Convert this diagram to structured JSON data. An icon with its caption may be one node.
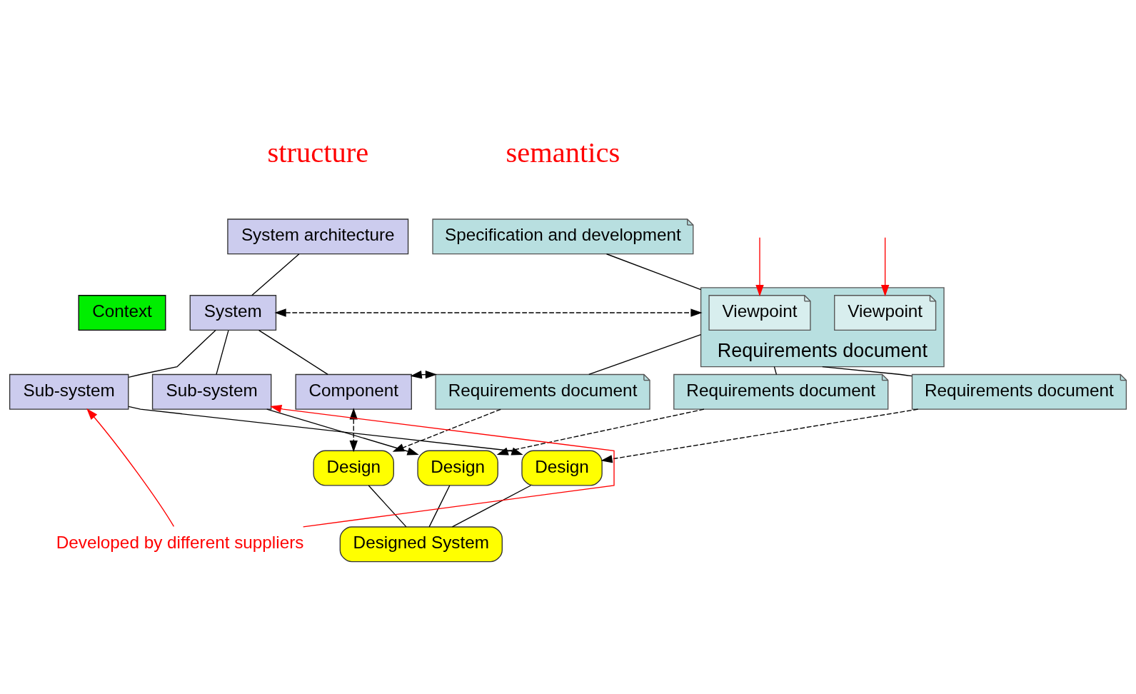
{
  "diagram": {
    "nodes": [
      {
        "text": [
          "System architecture"
        ]
      },
      {
        "text": [
          "Context"
        ]
      },
      {
        "text": [
          "System"
        ]
      },
      {
        "text": [
          "Sub-system"
        ]
      },
      {
        "text": [
          "Sub-system"
        ]
      },
      {
        "text": [
          "Component"
        ]
      },
      {
        "text": [
          "Specification and development"
        ]
      },
      {
        "text": [
          "Requirements document"
        ]
      },
      {
        "text": [
          "Viewpoint"
        ],
        "in": 7
      },
      {
        "text": [
          "Viewpoint"
        ],
        "in": 7
      },
      {
        "text": [
          "Requirements document"
        ]
      },
      {
        "text": [
          "Requirements document"
        ]
      },
      {
        "text": [
          "Requirements document"
        ]
      },
      {
        "text": [
          "Design"
        ]
      },
      {
        "text": [
          "Design"
        ]
      },
      {
        "text": [
          "Design"
        ]
      },
      {
        "text": [
          "Designed System"
        ]
      },
      {
        "text": [
          "Developed by different suppliers"
        ]
      }
    ],
    "edges": [
      {
        "from": 0,
        "to": 2,
        "arrow": "none"
      },
      {
        "from": 2,
        "to": 3,
        "arrow": "none"
      },
      {
        "from": 2,
        "to": 4,
        "arrow": "none"
      },
      {
        "from": 2,
        "to": 5,
        "arrow": "none"
      },
      {
        "from": 2,
        "to": 7,
        "arrow": "both",
        "style": "dashed"
      },
      {
        "from": 6,
        "to": 7,
        "arrow": "none"
      },
      {
        "from": 7,
        "to": 10,
        "arrow": "none"
      },
      {
        "from": 7,
        "to": 11,
        "arrow": "none"
      },
      {
        "from": 7,
        "to": 12,
        "arrow": "none"
      },
      {
        "from": 5,
        "to": 10,
        "arrow": "both"
      },
      {
        "from": 10,
        "to": 13,
        "arrow": "to",
        "style": "dashed"
      },
      {
        "from": 11,
        "to": 14,
        "arrow": "to",
        "style": "dashed"
      },
      {
        "from": 12,
        "to": 15,
        "arrow": "to",
        "style": "dashed"
      },
      {
        "from": 5,
        "to": 13,
        "arrow": "both",
        "style": "dashed"
      },
      {
        "from": 4,
        "to": 14,
        "arrow": "to"
      },
      {
        "from": 3,
        "to": 15,
        "arrow": "to"
      },
      {
        "from": 13,
        "to": 16,
        "arrow": "none"
      },
      {
        "from": 14,
        "to": 16,
        "arrow": "none"
      },
      {
        "from": 15,
        "to": 16,
        "arrow": "none"
      },
      {
        "from": 17,
        "to": 3,
        "arrow": "to",
        "color": "#ff0000"
      },
      {
        "from": 17,
        "to": 4,
        "arrow": "to",
        "color": "#ff0000"
      },
      {
        "from": null,
        "to": 8,
        "arrow": "to",
        "color": "#ff0000"
      },
      {
        "from": null,
        "to": 9,
        "arrow": "to",
        "color": "#ff0000"
      }
    ],
    "labels": [
      "structure",
      "semantics"
    ]
  }
}
